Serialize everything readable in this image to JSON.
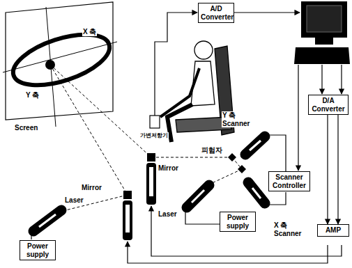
{
  "diagram": {
    "nodes": [
      {
        "text": [
          "A/D Converter"
        ]
      },
      {
        "text": [
          "D/A Converter"
        ]
      },
      {
        "text": [
          "Scanner Controller"
        ]
      },
      {
        "text": [
          "Power supply"
        ]
      },
      {
        "text": [
          "AMP"
        ]
      },
      {
        "text": [
          "Power supply"
        ]
      }
    ],
    "edges": [
      {
        "from": 1,
        "to": 4,
        "arrow": "to"
      },
      {
        "from": 1,
        "to": 4,
        "arrow": "to"
      }
    ],
    "labels": [
      "X 축",
      "Y 축",
      "Screen",
      "가변저항기",
      "피험자",
      "Y 축 Scanner",
      "Mirror",
      "Mirror",
      "Laser",
      "Laser",
      "X 축 Scanner"
    ]
  }
}
